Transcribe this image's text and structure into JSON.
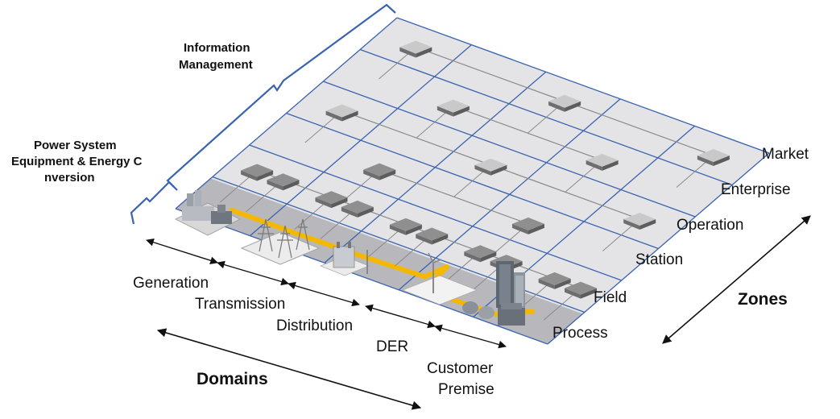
{
  "diagram": {
    "zones": [
      "Process",
      "Field",
      "Station",
      "Operation",
      "Enterprise",
      "Market"
    ],
    "domains": [
      "Generation",
      "Transmission",
      "Distribution",
      "DER",
      "Customer Premise"
    ],
    "axis_titles": {
      "zones": "Zones",
      "domains": "Domains"
    },
    "brackets": {
      "information_management": "Information Management",
      "power_system": "Power System Equipment & Energy Conversion"
    }
  },
  "colors": {
    "grid_line": "#3a63b0",
    "plane_fill": "#e4e4e6",
    "base_fill": "#b8b8bc",
    "power_line": "#f5b800",
    "link_line": "#8a8a8a",
    "box_dark": "#8f8f8f",
    "box_light": "#c9c9c9"
  },
  "icons": [
    "power-plant-icon",
    "transmission-tower-icon",
    "transformer-icon",
    "wind-turbine-icon",
    "office-building-icon",
    "industrial-equipment-icon"
  ]
}
